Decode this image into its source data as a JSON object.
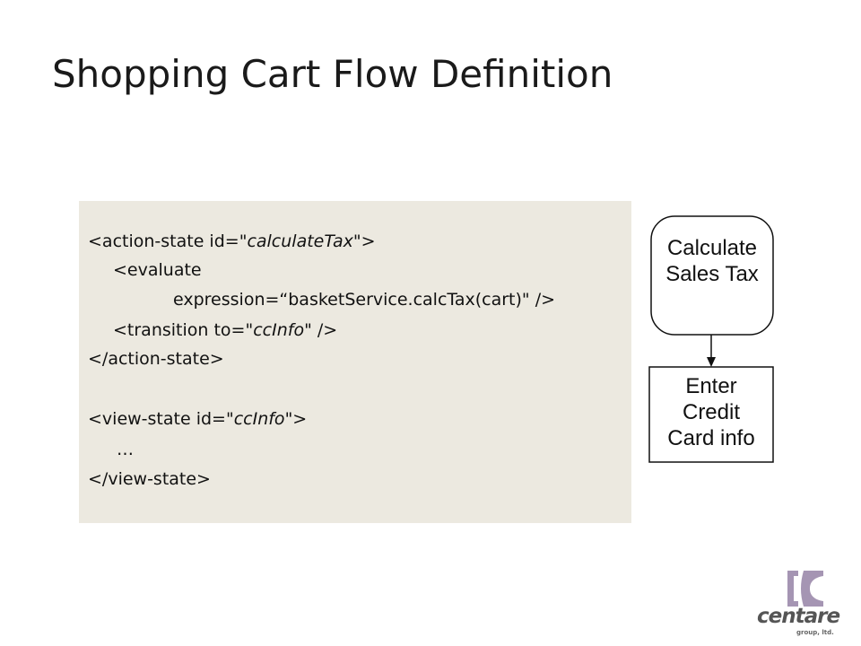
{
  "slide": {
    "title": "Shopping Cart Flow Definition"
  },
  "code": {
    "line1": {
      "pre": "<action-state id=\"",
      "val": "calculateTax",
      "post": "\">"
    },
    "line2": {
      "text": "<evaluate"
    },
    "line3": {
      "text": "expression=“basketService.calcTax(cart)\" />"
    },
    "line4": {
      "pre": "<transition to=\"",
      "val": "ccInfo",
      "post": "\" />"
    },
    "line5": {
      "text": "</action-state>"
    },
    "line6": {
      "pre": "<view-state id=\"",
      "val": "ccInfo",
      "post": "\">"
    },
    "line7": {
      "text": "…"
    },
    "line8": {
      "text": "</view-state>"
    }
  },
  "flowchart": {
    "start_node": {
      "line1": "Calculate",
      "line2": "Sales Tax"
    },
    "next_node": {
      "line1": "Enter",
      "line2": "Credit",
      "line3": "Card info"
    }
  },
  "logo": {
    "name": "centare",
    "tagline": "group, ltd.",
    "mark_color": "#a595b3"
  },
  "colors": {
    "code_background": "#ece9e0"
  }
}
